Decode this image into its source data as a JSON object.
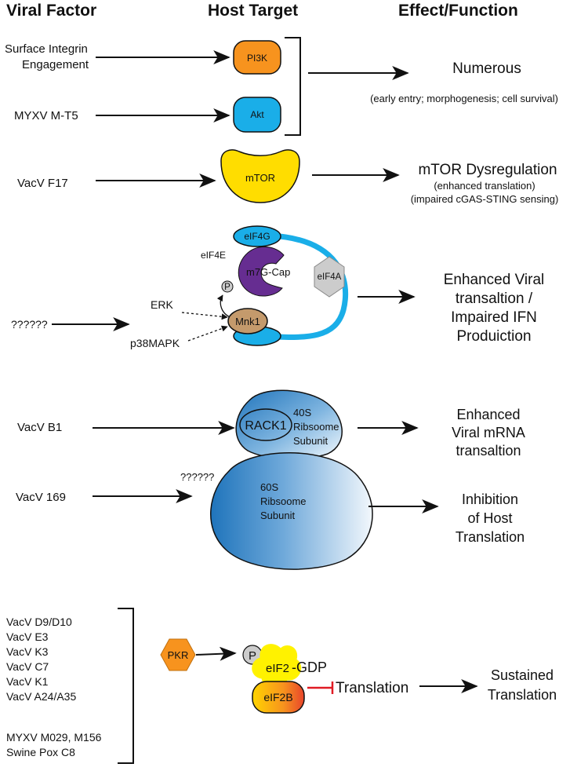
{
  "headers": {
    "viral_factor": "Viral Factor",
    "host_target": "Host Target",
    "effect_function": "Effect/Function"
  },
  "section_pi3k": {
    "factor_1_line1": "Surface Integrin",
    "factor_1_line2": "Engagement",
    "factor_2": "MYXV M-T5",
    "target_pi3k": "PI3K",
    "target_akt": "Akt",
    "effect": "Numerous",
    "effect_note": "(early entry; morphogenesis; cell survival)"
  },
  "section_mtor": {
    "factor": "VacV F17",
    "target": "mTOR",
    "effect": "mTOR Dysregulation",
    "note_1": "(enhanced translation)",
    "note_2": "(impaired cGAS-STING sensing)"
  },
  "section_eif4": {
    "factor": "??????",
    "eif4g": "eIF4G",
    "eif4e": "eIF4E",
    "cap": "m7G-Cap",
    "eif4a": "eIF4A",
    "phospho": "P",
    "erk": "ERK",
    "p38": "p38MAPK",
    "mnk1": "Mnk1",
    "effect_line1": "Enhanced Viral",
    "effect_line2": "transaltion /",
    "effect_line3": "Impaired IFN",
    "effect_line4": "Produiction"
  },
  "section_ribosome": {
    "factor_b1": "VacV B1",
    "factor_169": "VacV 169",
    "unknown_target": "??????",
    "rack1": "RACK1",
    "sub40_line1": "40S",
    "sub40_line2": "Ribsoome",
    "sub40_line3": "Subunit",
    "sub60_line1": "60S",
    "sub60_line2": "Ribsoome",
    "sub60_line3": "Subunit",
    "effect1_line1": "Enhanced",
    "effect1_line2": "Viral mRNA",
    "effect1_line3": "transaltion",
    "effect2_line1": "Inhibition",
    "effect2_line2": "of Host",
    "effect2_line3": "Translation"
  },
  "section_pkr": {
    "factors": [
      "VacV D9/D10",
      "VacV E3",
      "VacV K3",
      "VacV C7",
      "VacV K1",
      "VacV A24/A35",
      "MYXV M029, M156",
      "Swine Pox C8"
    ],
    "pkr": "PKR",
    "phospho": "P",
    "eif2": "eIF2",
    "gdp": "-GDP",
    "eif2b": "eIF2B",
    "translation": "Translation",
    "effect_line1": "Sustained",
    "effect_line2": "Translation"
  },
  "colors": {
    "pi3k": "#f7931e",
    "akt": "#1aaee8",
    "mtor": "#ffdd00",
    "eif4g": "#1aaee8",
    "eif4e": "#662d91",
    "eif4a": "#cccccc",
    "mnk1": "#c49a6c",
    "pkr": "#f7931e",
    "eif2": "#fff200",
    "inhibit": "#e01b24"
  }
}
